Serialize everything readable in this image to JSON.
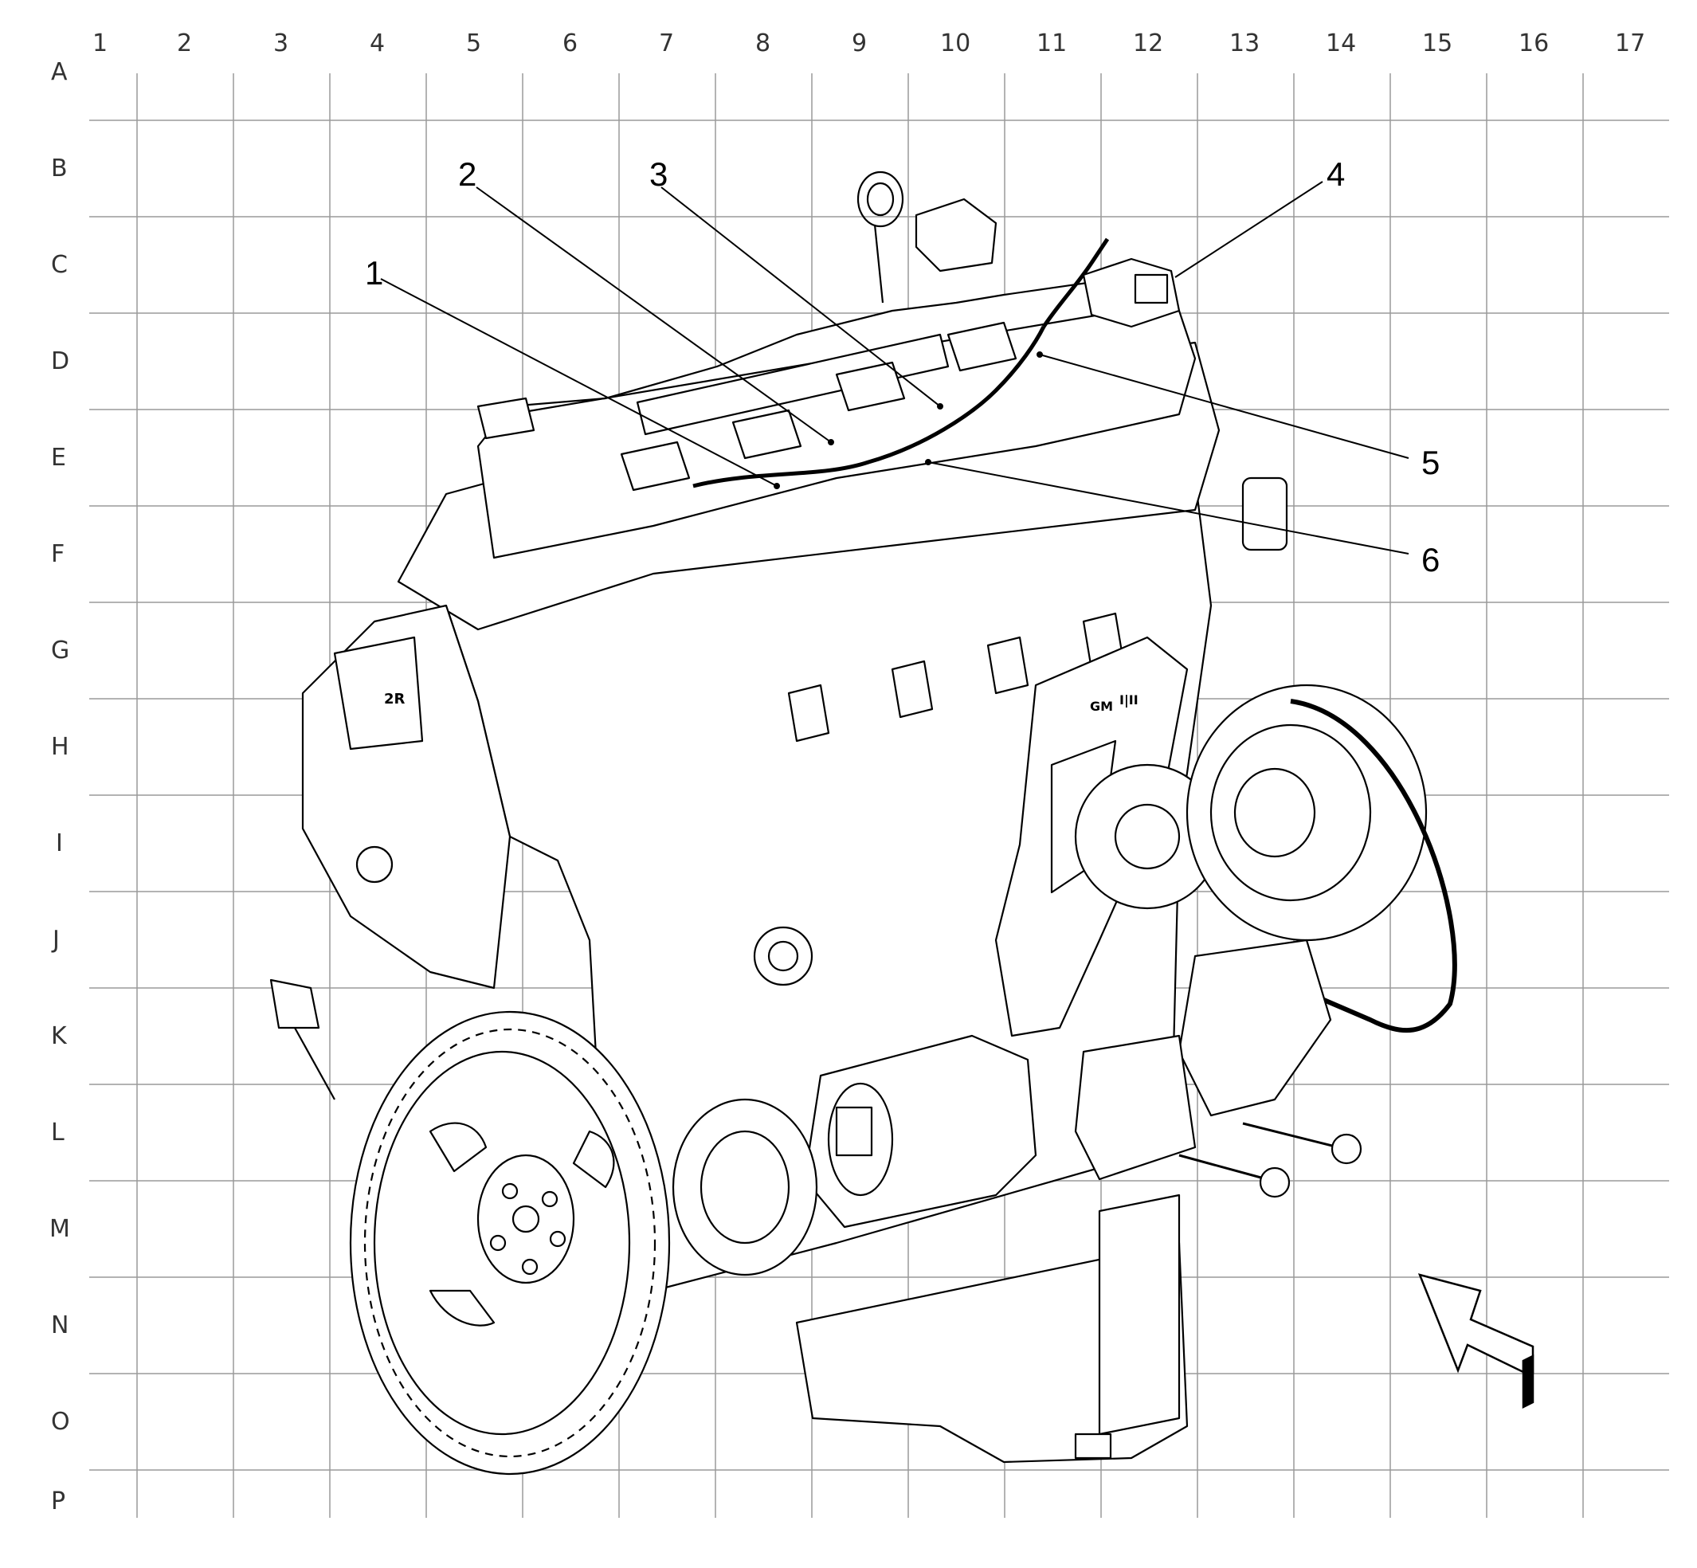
{
  "grid": {
    "columns": [
      "1",
      "2",
      "3",
      "4",
      "5",
      "6",
      "7",
      "8",
      "9",
      "10",
      "11",
      "12",
      "13",
      "14",
      "15",
      "16",
      "17"
    ],
    "rows": [
      "A",
      "B",
      "C",
      "D",
      "E",
      "F",
      "G",
      "H",
      "I",
      "J",
      "K",
      "L",
      "M",
      "N",
      "O",
      "P"
    ]
  },
  "callouts": [
    "1",
    "2",
    "3",
    "4",
    "5",
    "6"
  ],
  "engine_markings": {
    "gear_mark": "2R",
    "bracket_mark_1": "GM",
    "bracket_mark_2": "I|II"
  },
  "icons": {
    "view_arrow": "view-direction-arrow-icon"
  },
  "colors": {
    "line": "#000000",
    "grid": "#9a9a9a",
    "background": "#ffffff"
  }
}
